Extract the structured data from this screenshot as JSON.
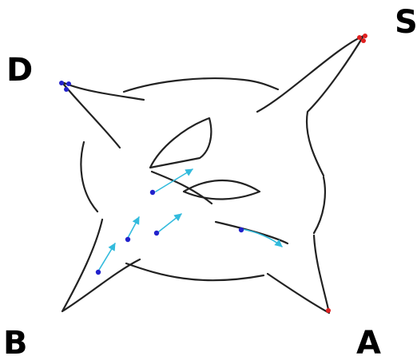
{
  "labels": {
    "top_right": "S",
    "top_left": "D",
    "bottom_left": "B",
    "bottom_right": "A"
  },
  "colors": {
    "outline": "#222222",
    "blue_point": "#2222cc",
    "red_point": "#e02020",
    "arrow": "#33bbdd"
  }
}
